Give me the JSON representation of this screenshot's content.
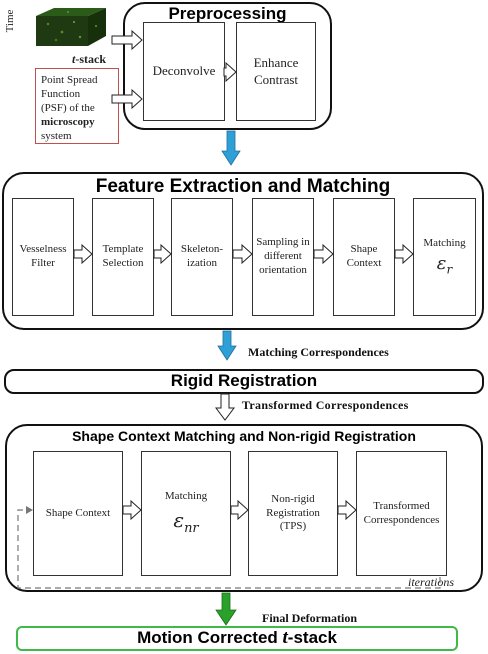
{
  "input": {
    "time_label": "Time",
    "tstack_italic": "t",
    "tstack_rest": "-stack",
    "psf_line1": "Point Spread",
    "psf_line2": "Function",
    "psf_line3": "(PSF) of the",
    "psf_bold": "microscopy",
    "psf_line5": "system"
  },
  "preprocessing": {
    "title": "Preprocessing",
    "steps": [
      "Deconvolve",
      "Enhance Contrast"
    ]
  },
  "feature": {
    "title": "Feature Extraction and Matching",
    "steps": [
      "Vesselness Filter",
      "Template Selection",
      "Skeleton-ization",
      "Sampling in different orientation",
      "Shape Context",
      "Matching"
    ],
    "epsilon_symbol": "ε",
    "epsilon_sub": "r"
  },
  "matching_correspondences": "Matching Correspondences",
  "rigid": {
    "title": "Rigid Registration"
  },
  "transformed_correspondences": "Transformed Correspondences",
  "nonrigid": {
    "title": "Shape Context Matching and Non-rigid Registration",
    "steps": [
      "Shape Context",
      "Matching",
      "Non-rigid Registration (TPS)",
      "Transformed Correspondences"
    ],
    "epsilon_symbol": "ε",
    "epsilon_sub": "nr",
    "iterations": "iterations"
  },
  "final_deformation": "Final Deformation",
  "output": {
    "title_pre": "Motion Corrected ",
    "title_t": "t",
    "title_post": "-stack"
  },
  "colors": {
    "blue_arrow": "#2f9fd8",
    "green_arrow": "#2aa12a",
    "psf_border": "#c0504d",
    "output_border": "#3fb94a",
    "volume": "#1f3a12"
  }
}
